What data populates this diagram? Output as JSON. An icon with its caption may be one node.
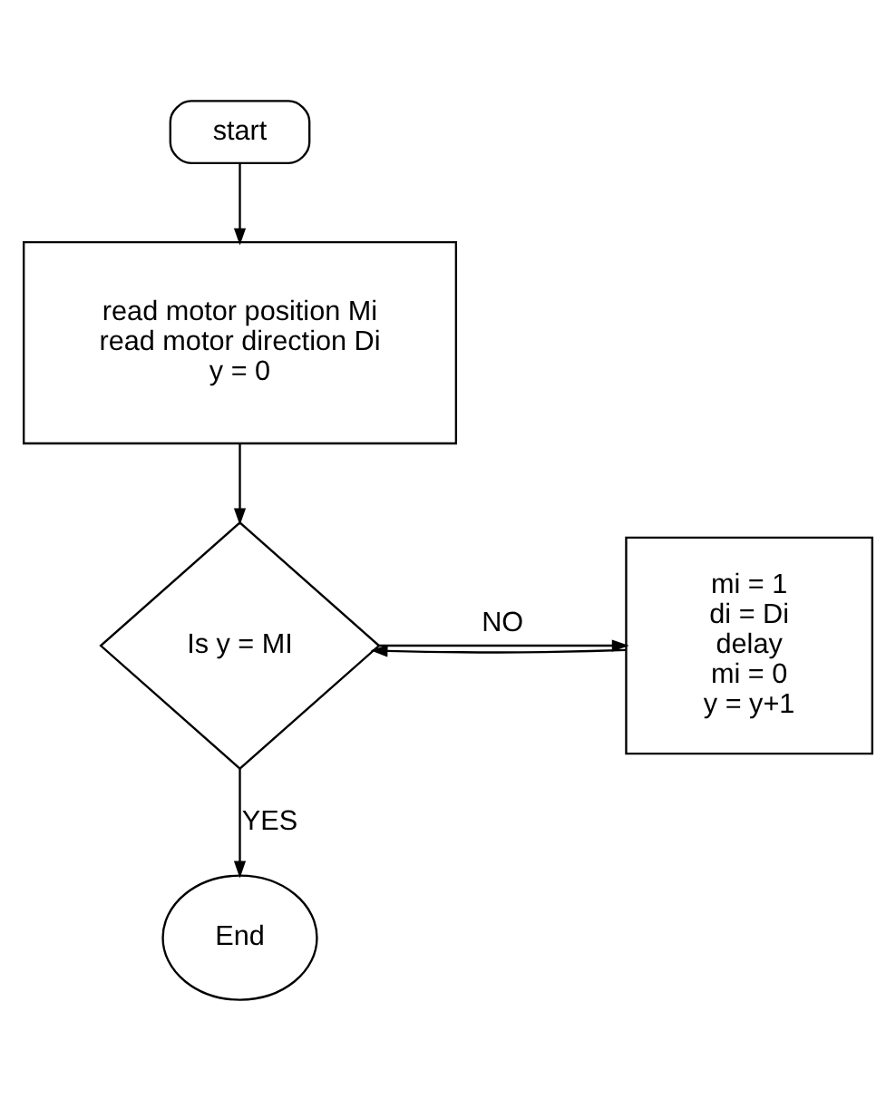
{
  "diagram": {
    "nodes": [
      {
        "text": [
          "start"
        ]
      },
      {
        "text": [
          "read motor position Mi",
          "read motor direction Di",
          "y = 0"
        ]
      },
      {
        "text": [
          "Is y = MI"
        ]
      },
      {
        "text": [
          "mi = 1",
          "di = Di",
          "delay",
          "mi = 0",
          "y = y+1"
        ]
      },
      {
        "text": [
          "End"
        ]
      }
    ],
    "edges": [
      {
        "from": 0,
        "to": 1,
        "arrow": "to"
      },
      {
        "from": 1,
        "to": 2,
        "arrow": "to"
      },
      {
        "from": 2,
        "to": 3,
        "arrow": "to",
        "label": "NO"
      },
      {
        "from": 3,
        "to": 2,
        "arrow": "to"
      },
      {
        "from": 2,
        "to": 4,
        "arrow": "to",
        "label": "YES"
      }
    ]
  }
}
